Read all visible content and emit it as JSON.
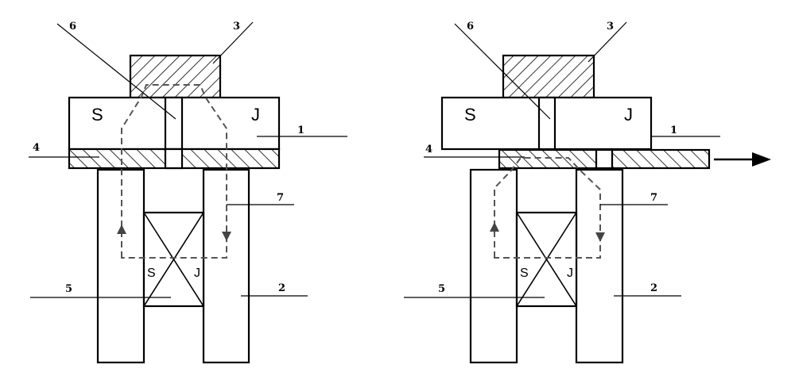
{
  "figures": [
    {
      "state": "attached",
      "magnet_poles": {
        "left": "S",
        "right": "J"
      },
      "coil_poles": {
        "left": "S",
        "right": "J"
      },
      "labels": {
        "l1": "1",
        "l2": "2",
        "l3": "3",
        "l4": "4",
        "l5": "5",
        "l6": "6",
        "l7": "7"
      }
    },
    {
      "state": "shifted",
      "magnet_poles": {
        "left": "S",
        "right": "J"
      },
      "coil_poles": {
        "left": "S",
        "right": "J"
      },
      "labels": {
        "l1": "1",
        "l2": "2",
        "l3": "3",
        "l4": "4",
        "l5": "5",
        "l6": "6",
        "l7": "7"
      },
      "motion_arrow": "right-arrow"
    }
  ]
}
